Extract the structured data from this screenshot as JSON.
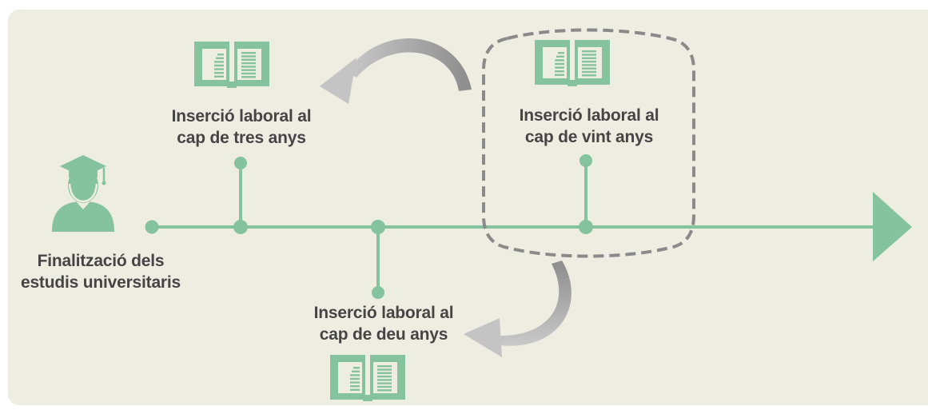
{
  "colors": {
    "background": "#eeede1",
    "accent_green": "#84c39d",
    "text": "#454545",
    "dashed_border": "#8a8a8a",
    "arrow_gray": "#9b9b9b"
  },
  "start": {
    "icon": "graduate-icon",
    "label_line1": "Finalització dels",
    "label_line2": "estudis universitaris"
  },
  "milestones": [
    {
      "icon": "open-book-icon",
      "label_line1": "Inserció laboral al",
      "label_line2": "cap de tres anys"
    },
    {
      "icon": "open-book-icon",
      "label_line1": "Inserció laboral al",
      "label_line2": "cap de deu anys"
    },
    {
      "icon": "open-book-icon",
      "label_line1": "Inserció laboral al",
      "label_line2": "cap de vint anys"
    }
  ],
  "end": {
    "icon": "arrow-head-icon"
  },
  "cycle_arrows": [
    "curved-arrow-icon",
    "curved-arrow-icon"
  ]
}
